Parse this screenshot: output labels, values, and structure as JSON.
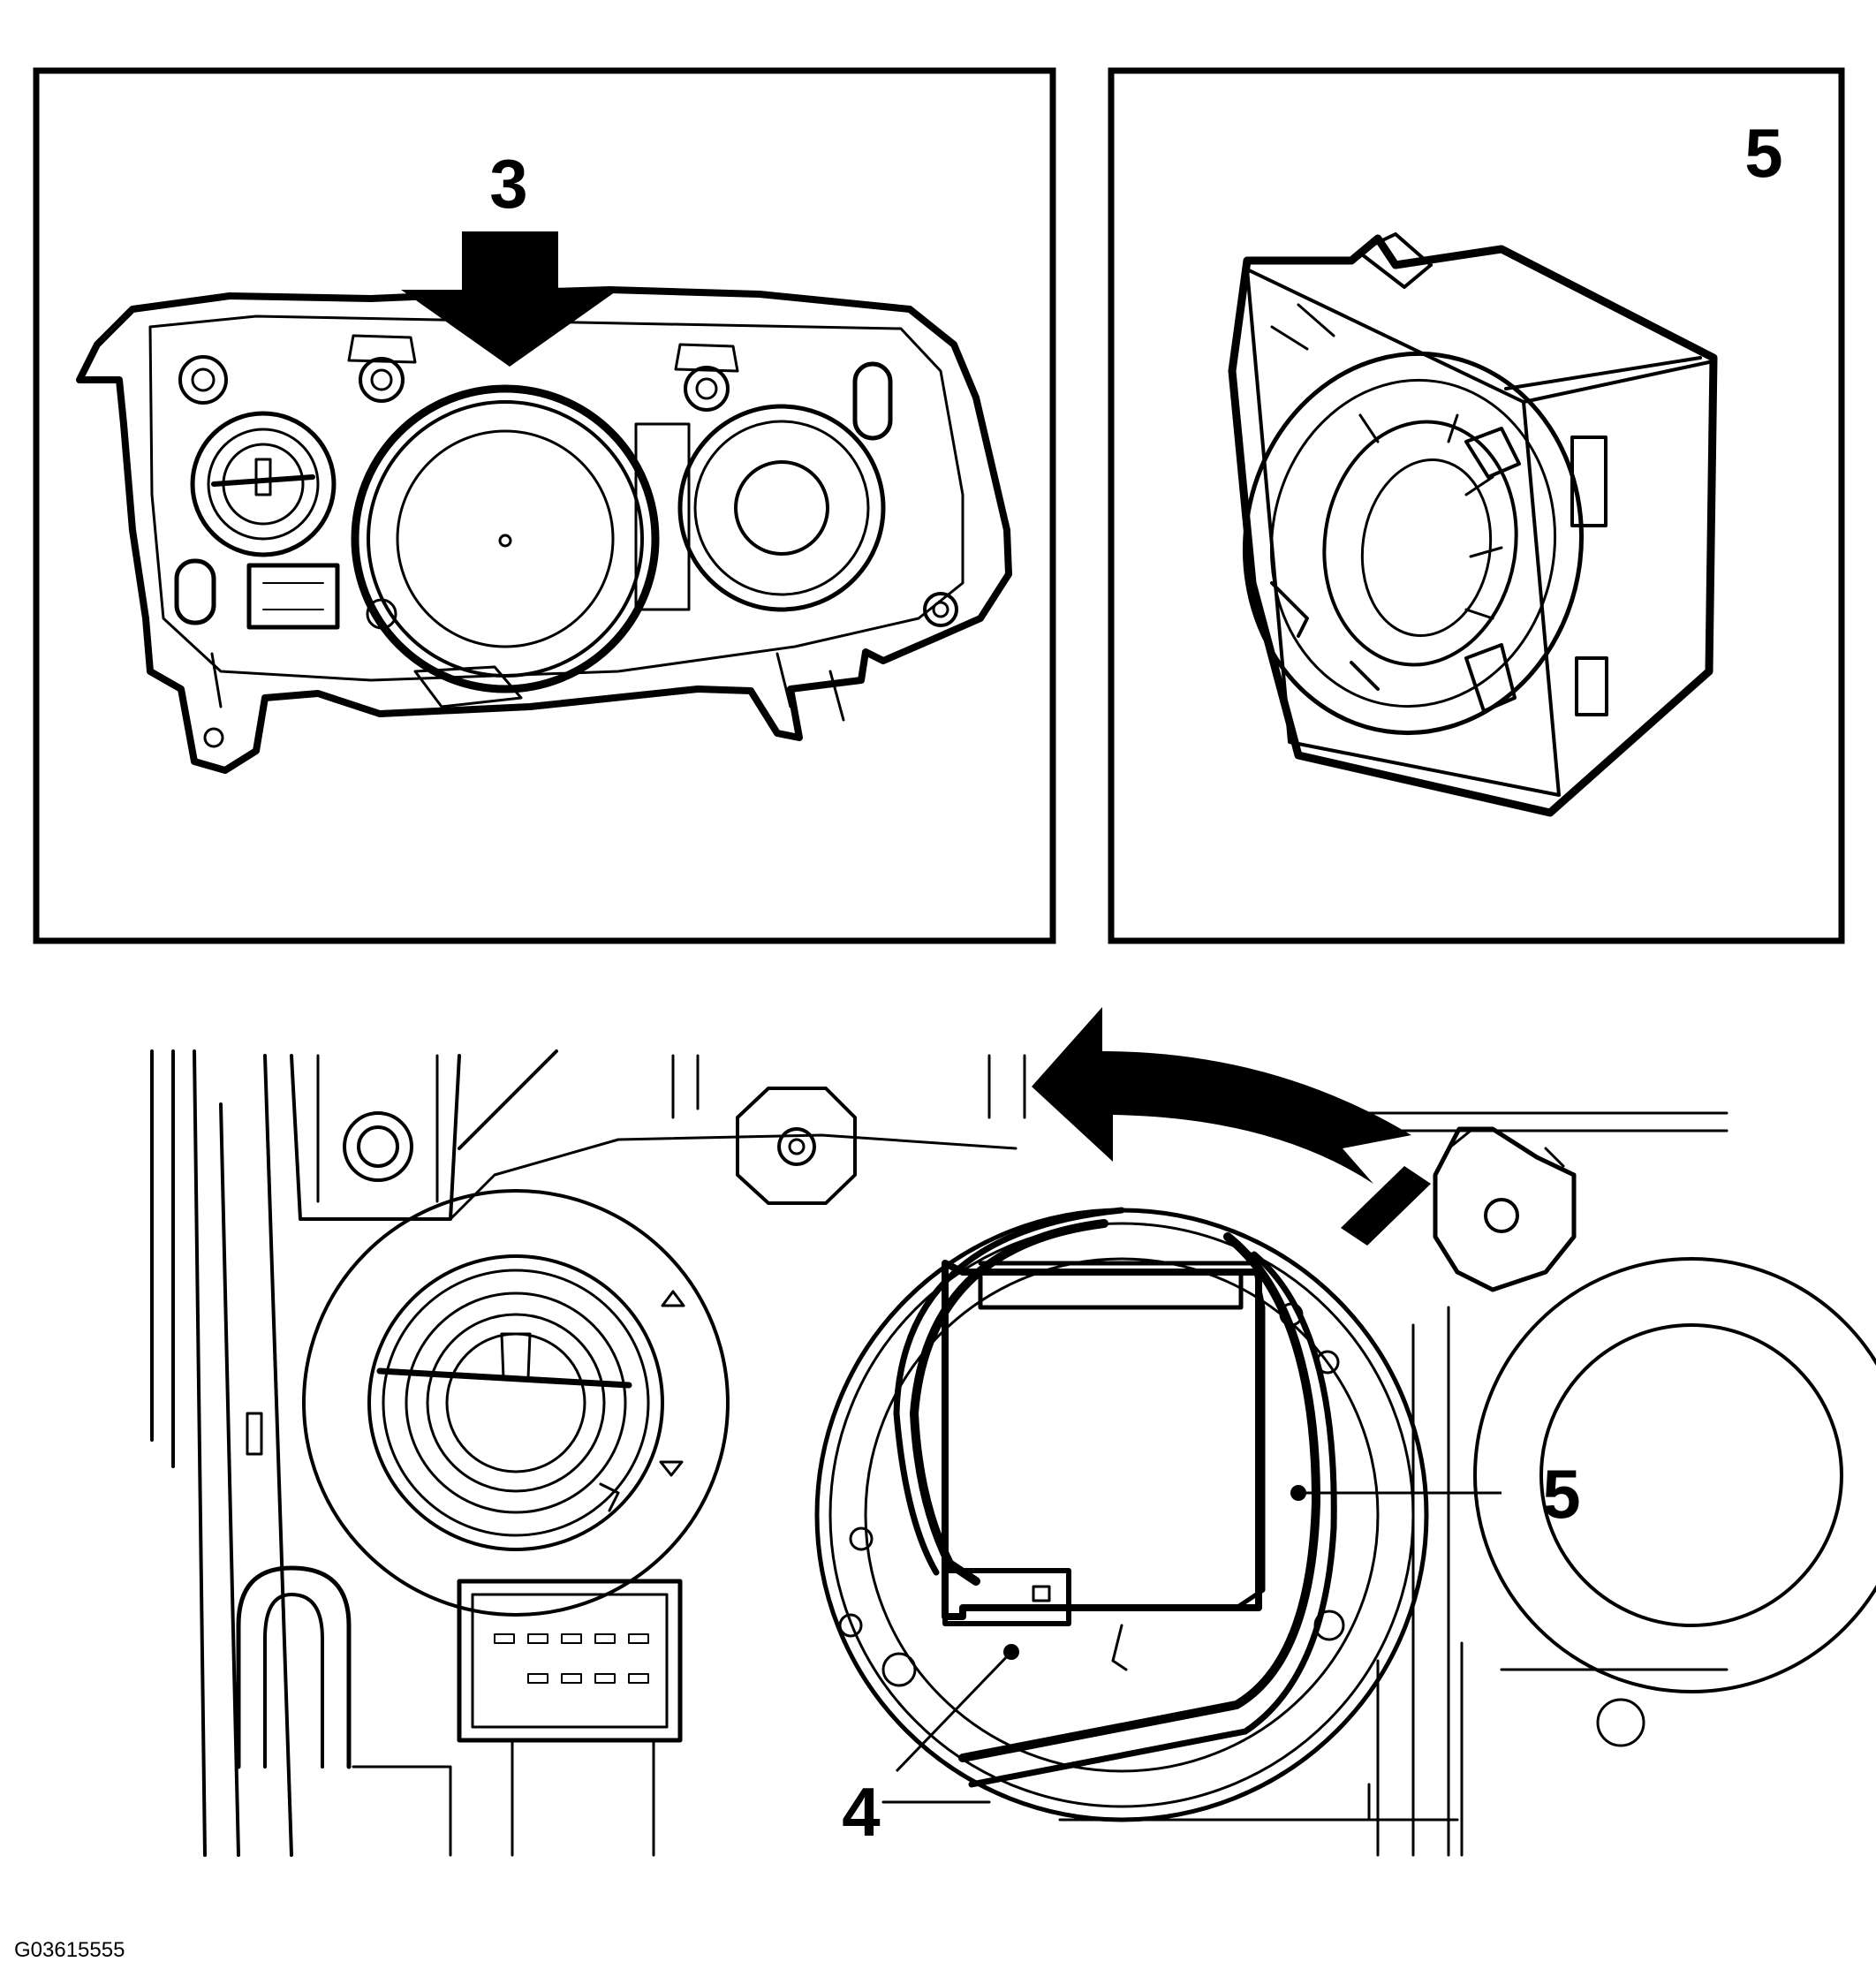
{
  "callouts": {
    "top_left_number": "3",
    "top_right_number": "5",
    "bottom_number_5": "5",
    "bottom_number_4": "4"
  },
  "figure_id": "G03615555"
}
